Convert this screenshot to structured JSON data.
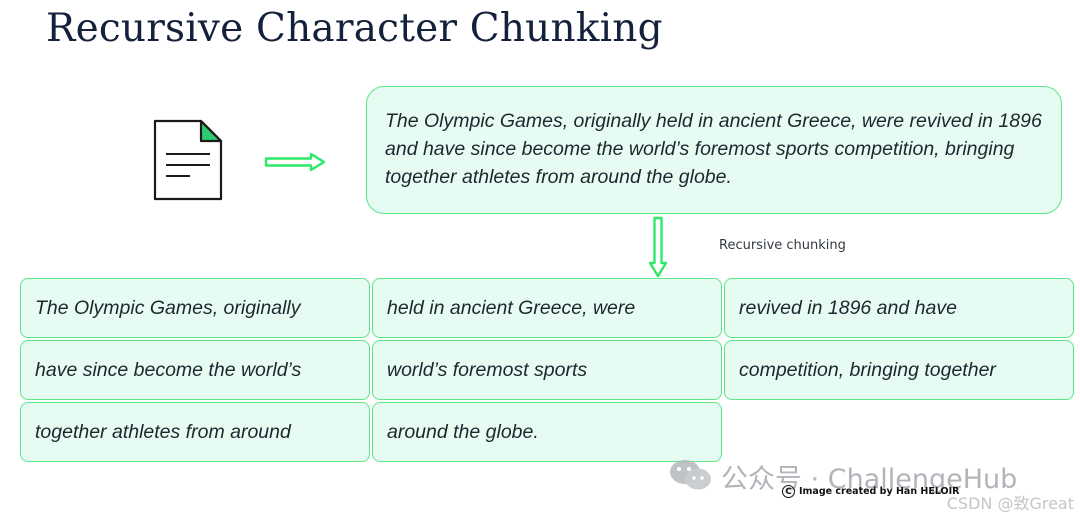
{
  "title": "Recursive Character Chunking",
  "source_text": "The Olympic Games, originally held in ancient Greece, were revived in 1896 and have since become the world’s foremost sports competition, bringing together athletes from around the globe.",
  "step_label": "Recursive chunking",
  "chunks": [
    "The Olympic Games, originally",
    "held in ancient Greece, were",
    "revived in 1896 and have",
    "have since become the world’s",
    "world’s foremost sports",
    "competition, bringing together",
    "together athletes from around",
    "around the globe."
  ],
  "watermark": {
    "brand": "公众号 · ChallengeHub",
    "credit_symbol": "C",
    "credit": "Image created by Han HELOIR",
    "platform": "CSDN @致Great"
  },
  "colors": {
    "box_fill": "#e6fbf1",
    "box_border": "#5ee68c",
    "arrow": "#2ee86a",
    "title": "#14213a"
  },
  "icons": {
    "document": "document-icon",
    "arrow_right": "arrow-right-icon",
    "arrow_down": "arrow-down-icon"
  }
}
